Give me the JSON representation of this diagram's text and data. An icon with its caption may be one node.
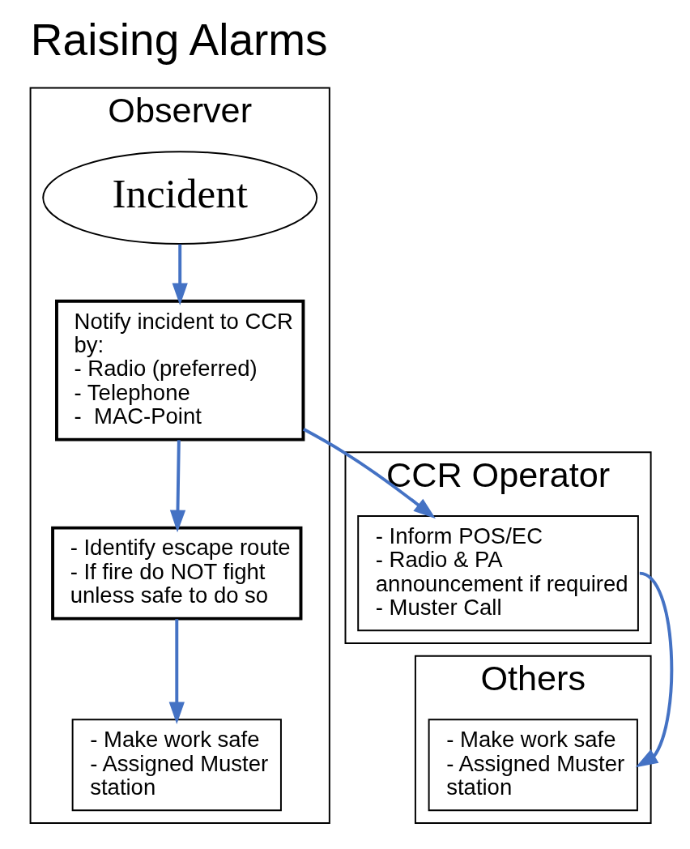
{
  "diagram": {
    "title": "Raising Alarms",
    "nodes": [
      {
        "text": [
          "CCR Operator"
        ]
      },
      {
        "text": [
          "Observer"
        ]
      },
      {
        "text": [
          "Others"
        ]
      },
      {
        "text": [
          "Incident"
        ],
        "in": 1
      },
      {
        "text": [
          "Notify incident to CCR by:",
          "- Radio (preferred)",
          "- Telephone",
          "-  MAC-Point"
        ],
        "in": 1
      },
      {
        "text": [
          "- Identify escape route",
          "- If fire do NOT fight unless safe to do so"
        ],
        "in": 1
      },
      {
        "text": [
          "- Inform POS/EC",
          "- Radio & PA announcement if required",
          "- Muster Call"
        ],
        "in": 0
      },
      {
        "text": [
          "- Make work safe",
          "- Assigned Muster station"
        ],
        "in": 1
      },
      {
        "text": [
          "- Make work safe",
          "- Assigned Muster station"
        ],
        "in": 2
      }
    ],
    "edges": [
      {
        "from": 3,
        "to": 4,
        "arrow": "to"
      },
      {
        "from": 4,
        "to": 6,
        "arrow": "to"
      },
      {
        "from": 4,
        "to": 5,
        "arrow": "to"
      },
      {
        "from": 5,
        "to": 7,
        "arrow": "to"
      },
      {
        "from": 6,
        "to": 8,
        "arrow": "to"
      }
    ]
  }
}
